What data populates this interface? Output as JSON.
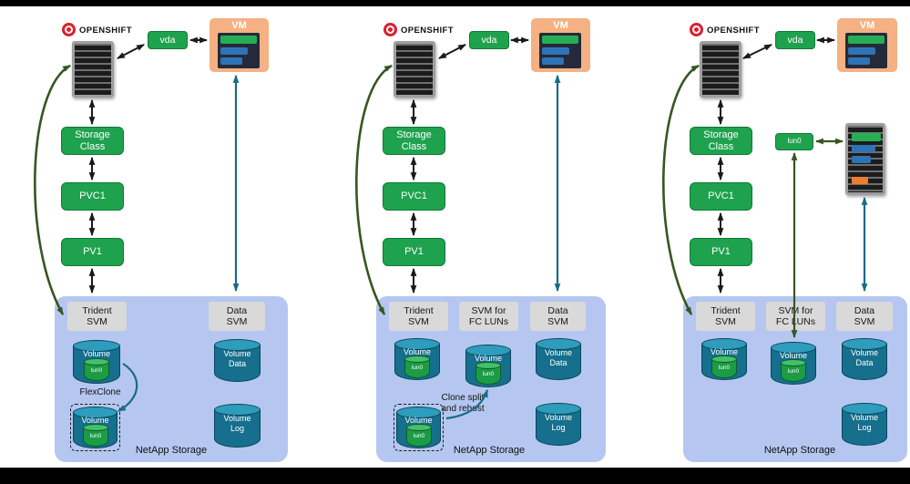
{
  "frame_color": "#000000",
  "canvas_color": "#ffffff",
  "colors": {
    "green_box": "#1FA24E",
    "peach_vm": "#F5B183",
    "storage_area": "#B5C7F0",
    "svm_label_bg": "#D9D9D9",
    "volume_body": "#156F8D",
    "volume_cap": "#2E9CBC",
    "lun_body": "#1C9C45",
    "arrow_green": "#375623",
    "arrow_blue": "#186B8A",
    "arrow_black": "#1A1A1A",
    "openshift_red": "#DB212E"
  },
  "panels": [
    {
      "brand": "OPENSHIFT",
      "vda": "vda",
      "vm": "VM",
      "storage_class": "Storage\nClass",
      "pvc": "PVC1",
      "pv": "PV1",
      "svm_trident": "Trident\nSVM",
      "svm_data": "Data\nSVM",
      "volume": "Volume",
      "lun": "lun0",
      "annotation": "FlexClone",
      "clone_volume": "Volume",
      "clone_lun": "lun0",
      "volume_data": "Volume\nData",
      "volume_log": "Volume\nLog",
      "storage_name": "NetApp Storage"
    },
    {
      "brand": "OPENSHIFT",
      "vda": "vda",
      "vm": "VM",
      "storage_class": "Storage\nClass",
      "pvc": "PVC1",
      "pv": "PV1",
      "svm_trident": "Trident\nSVM",
      "svm_fc": "SVM for\nFC LUNs",
      "svm_data": "Data\nSVM",
      "volume": "Volume",
      "lun": "lun0",
      "fc_volume": "Volume",
      "fc_lun": "lun0",
      "annotation": "Clone split\nand rehost",
      "clone_volume": "Volume",
      "clone_lun": "lun0",
      "volume_data": "Volume\nData",
      "volume_log": "Volume\nLog",
      "storage_name": "NetApp Storage"
    },
    {
      "brand": "OPENSHIFT",
      "vda": "vda",
      "vm": "VM",
      "lun_chip": "lun0",
      "storage_class": "Storage\nClass",
      "pvc": "PVC1",
      "pv": "PV1",
      "svm_trident": "Trident\nSVM",
      "svm_fc": "SVM for\nFC LUNs",
      "svm_data": "Data\nSVM",
      "volume": "Volume",
      "lun": "lun0",
      "fc_volume": "Volume",
      "fc_lun": "lun0",
      "volume_data": "Volume\nData",
      "volume_log": "Volume\nLog",
      "storage_name": "NetApp Storage"
    }
  ]
}
